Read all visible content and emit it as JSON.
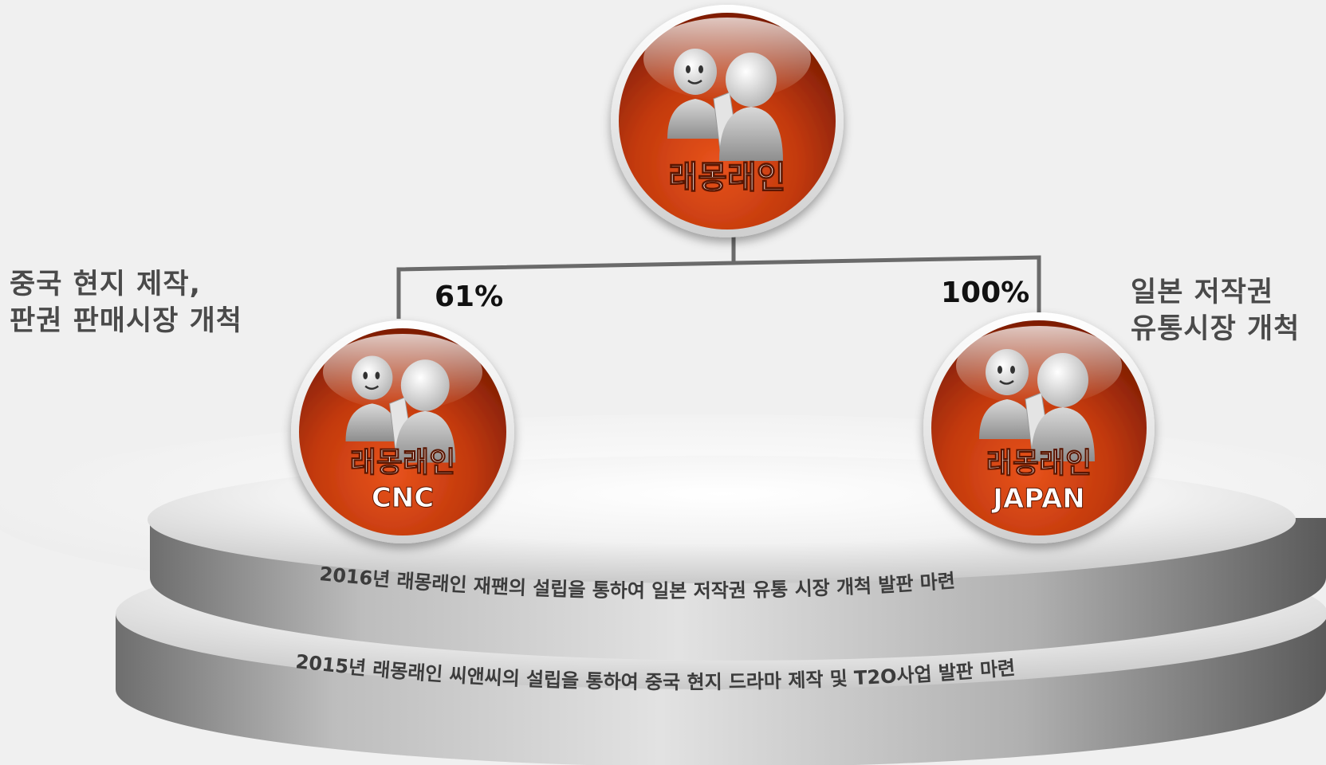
{
  "parent": {
    "label": "래몽래인"
  },
  "subsidiaries": [
    {
      "label": "래몽래인",
      "sublabel": "CNC",
      "share": "61%"
    },
    {
      "label": "래몽래인",
      "sublabel": "JAPAN",
      "share": "100%"
    }
  ],
  "notes": {
    "left": [
      "중국 현지 제작,",
      "판권 판매시장 개척"
    ],
    "right": [
      "일본 저작권",
      "유통시장 개척"
    ]
  },
  "milestones": {
    "top_tier": "2016년 래몽래인 재팬의 설립을 통하여 일본 저작권 유통 시장 개척 발판 마련",
    "bottom_tier": "2015년 래몽래인 씨앤씨의 설립을 통하여 중국 현지 드라마 제작 및 T2O사업 발판 마련"
  },
  "colors": {
    "node_red": "#cc3b0e",
    "node_dark": "#8a1f04",
    "connector": "#6a6a6a",
    "note_text": "#4a4a4a"
  },
  "icons": [
    "people-pair-icon"
  ]
}
